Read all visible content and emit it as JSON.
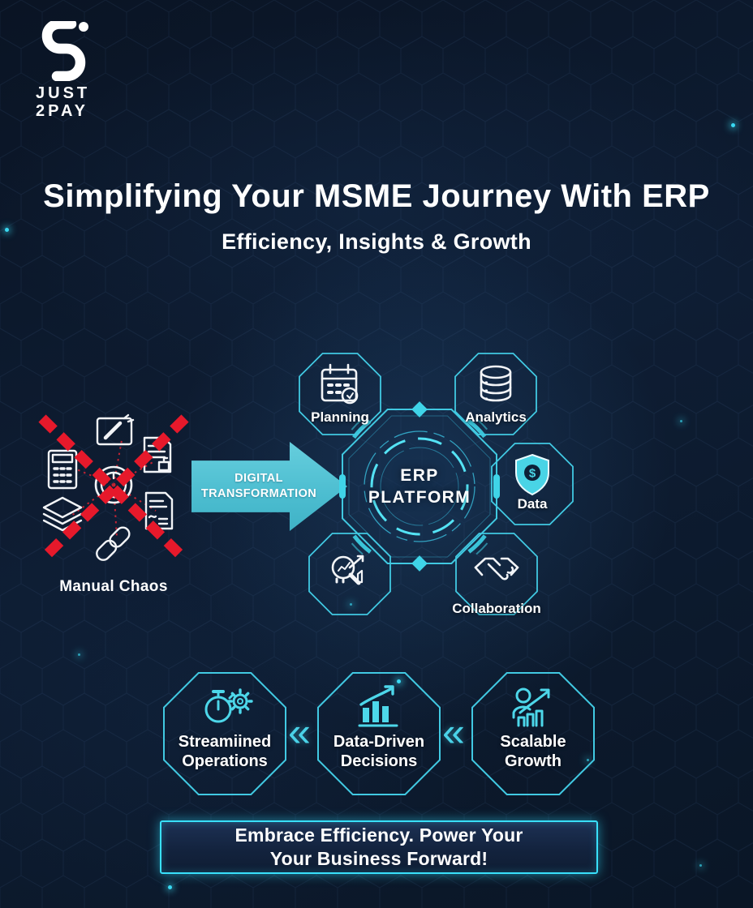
{
  "brand": {
    "line1": "JUST",
    "line2": "2PAY"
  },
  "header": {
    "title": "Simplifying Your MSME Journey With ERP",
    "subtitle": "Efficiency, Insights & Growth"
  },
  "transformation": {
    "before_label": "Manual Chaos",
    "before_icons": [
      "whiteboard-pen-icon",
      "calculator-icon",
      "document-stamp-icon",
      "paper-stack-icon",
      "chain-link-icon",
      "document-signature-icon",
      "clock-hub-icon",
      "red-cross-icon"
    ],
    "arrow_line1": "DIGITAL",
    "arrow_line2": "TRANSFORMATION",
    "hub_line1": "ERP",
    "hub_line2": "PLATFORM",
    "satellites": [
      {
        "label": "Planning",
        "icon": "calendar-icon"
      },
      {
        "label": "Analytics",
        "icon": "database-icon"
      },
      {
        "label": "Data",
        "icon": "shield-dollar-icon"
      },
      {
        "label": "Collaboration",
        "icon": "handshake-icon"
      },
      {
        "icon": "magnifier-chart-icon"
      }
    ]
  },
  "benefits": {
    "separator": "«",
    "items": [
      {
        "line1": "Streamiined",
        "line2": "Operations",
        "icon": "stopwatch-gear-icon"
      },
      {
        "line1": "Data-Driven",
        "line2": "Decisions",
        "icon": "bar-chart-arrow-icon"
      },
      {
        "line1": "Scalable",
        "line2": "Growth",
        "icon": "person-growth-icon"
      }
    ]
  },
  "footer": {
    "line1": "Embrace Efficiency. Power Your",
    "line2": "Your Business Forward!"
  },
  "icons": {
    "dollar": "$"
  },
  "colors": {
    "background": "#0c1829",
    "accent": "#41c9e2",
    "accent_bright": "#2fe0ff",
    "danger": "#e31b2d",
    "text": "#ffffff"
  }
}
